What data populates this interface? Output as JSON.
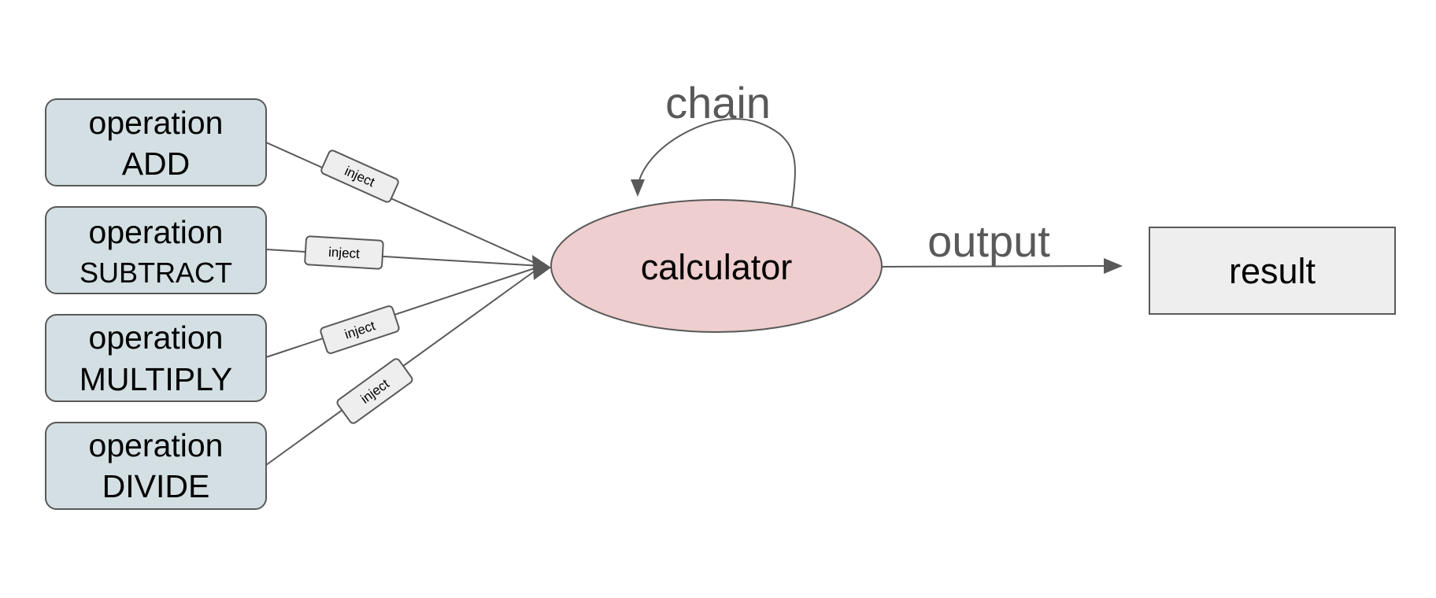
{
  "operations": [
    {
      "line1": "operation",
      "line2": "ADD"
    },
    {
      "line1": "operation",
      "line2": "SUBTRACT"
    },
    {
      "line1": "operation",
      "line2": "MULTIPLY"
    },
    {
      "line1": "operation",
      "line2": "DIVIDE"
    }
  ],
  "edge_label": "inject",
  "center_label": "calculator",
  "loop_label": "chain",
  "output_label": "output",
  "result_label": "result",
  "colors": {
    "operation_fill": "#d3dfe3",
    "center_fill": "#eecece",
    "result_fill": "#eeeeee",
    "tag_fill": "#eeeeee",
    "stroke": "#595959",
    "muted_text": "#595959",
    "text": "#000000"
  }
}
